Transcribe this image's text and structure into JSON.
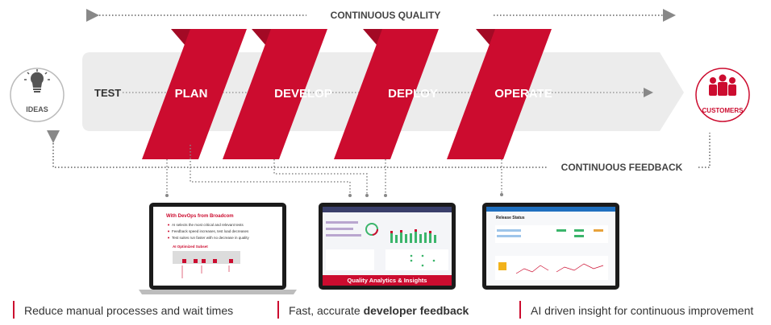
{
  "top_label": "CONTINUOUS QUALITY",
  "feedback_label": "CONTINUOUS FEEDBACK",
  "stages": {
    "test": "TEST",
    "plan": "PLAN",
    "develop": "DEVELOP",
    "deploy": "DEPLOY",
    "operate": "OPERATE"
  },
  "ideas": "IDEAS",
  "customers": "CUSTOMERS",
  "screen1": {
    "title": "With DevOps from Broadcom",
    "bullets": [
      "AI selects the most critical and relevant tests",
      "Feedback speed increases, test load decreases",
      "Test suites run faster with no decrease in quality"
    ],
    "subtitle": "AI Optimized Subset"
  },
  "screen2": {
    "banner": "Quality Analytics & Insights"
  },
  "screen3": {
    "title": "Release Status"
  },
  "captions": {
    "c1": "Reduce manual processes and wait times",
    "c2_plain": "Fast, accurate ",
    "c2_bold": "developer feedback",
    "c3": "AI driven insight for continuous improvement"
  },
  "colors": {
    "red": "#cc0c2f",
    "dark_red": "#a30a25",
    "band": "#eeeeee",
    "dots": "#888888"
  }
}
